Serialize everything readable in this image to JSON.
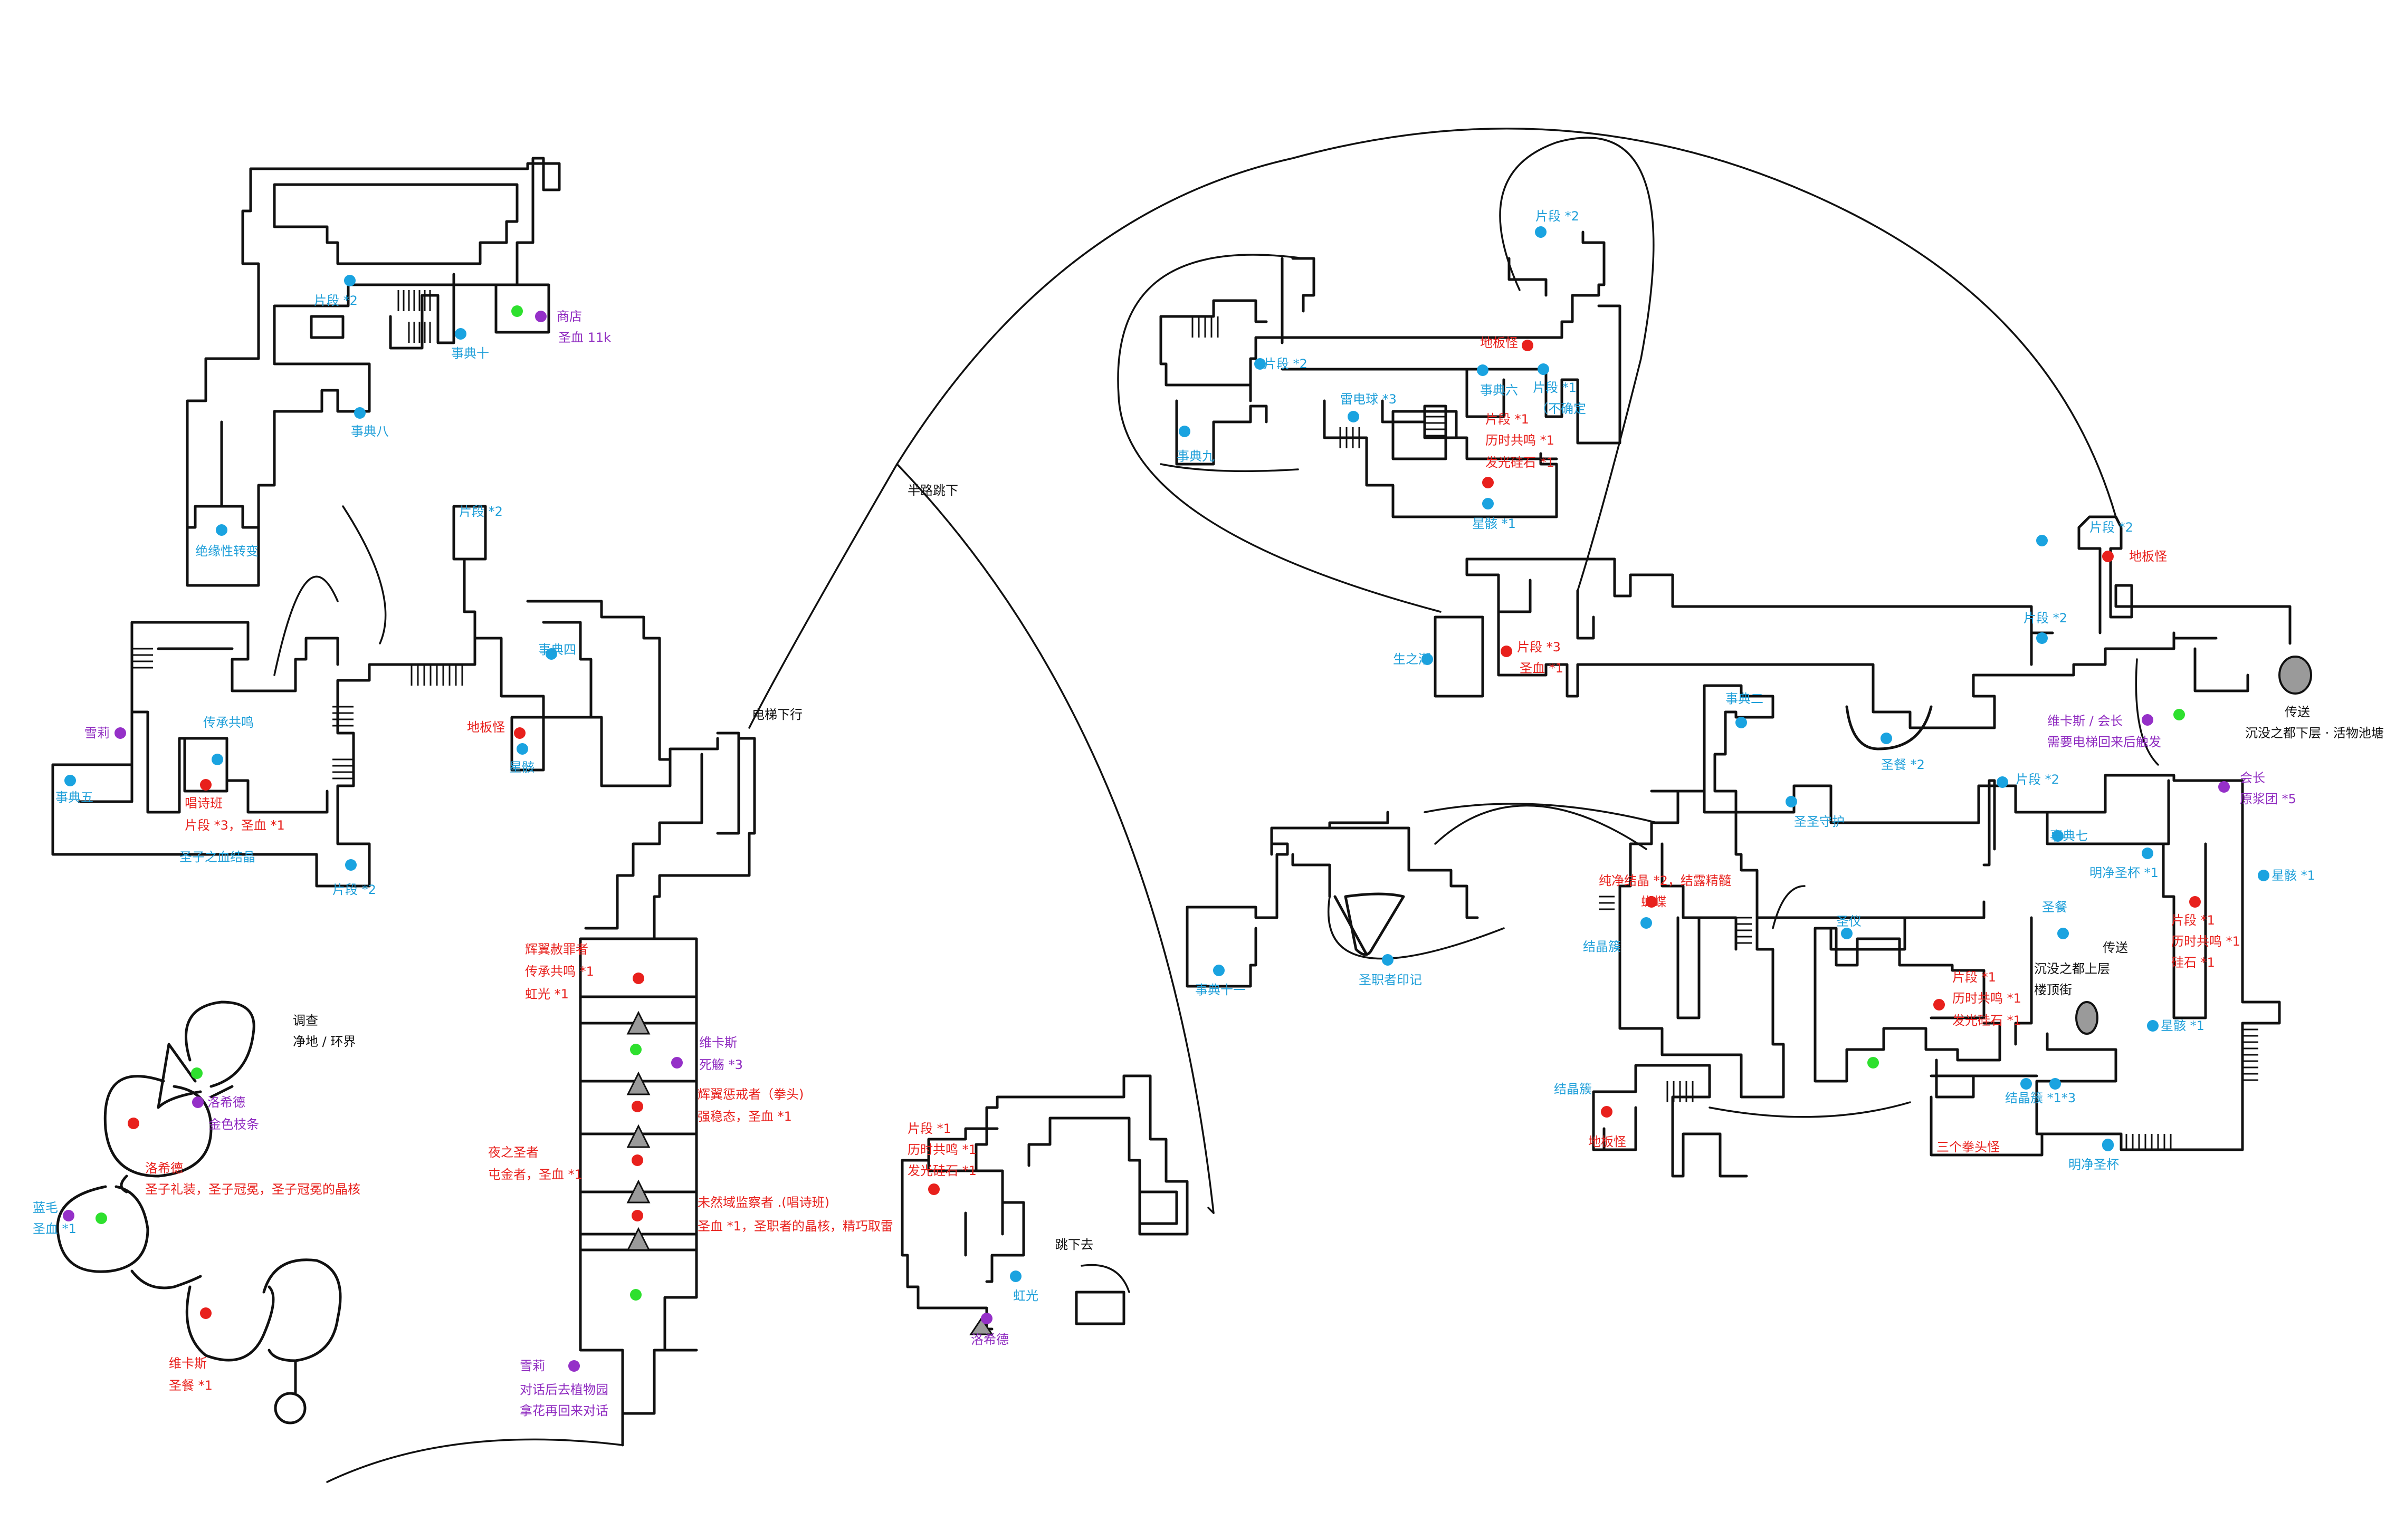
{
  "colors": {
    "cyan": "#1aa3e0",
    "red": "#e8201c",
    "purple": "#9530c8",
    "green": "#2ee02e",
    "gray": "#9a9a9a",
    "ink": "#111111"
  },
  "labels": [
    {
      "id": "a1",
      "text": "片段 *2",
      "color": "cyan"
    },
    {
      "id": "a2",
      "text": "商店",
      "color": "purple"
    },
    {
      "id": "a3",
      "text": "圣血 11k",
      "color": "purple"
    },
    {
      "id": "a4",
      "text": "事典十",
      "color": "cyan"
    },
    {
      "id": "a5",
      "text": "事典八",
      "color": "cyan"
    },
    {
      "id": "a6",
      "text": "绝缘性转变",
      "color": "cyan"
    },
    {
      "id": "a7",
      "text": "片段 *2",
      "color": "cyan"
    },
    {
      "id": "a8",
      "text": "事典四",
      "color": "cyan"
    },
    {
      "id": "a9",
      "text": "地板怪",
      "color": "red"
    },
    {
      "id": "a10",
      "text": "星骸",
      "color": "cyan"
    },
    {
      "id": "a11",
      "text": "雪莉",
      "color": "purple"
    },
    {
      "id": "a12",
      "text": "传承共鸣",
      "color": "cyan"
    },
    {
      "id": "a13",
      "text": "事典五",
      "color": "cyan"
    },
    {
      "id": "a14",
      "text": "唱诗班",
      "color": "red"
    },
    {
      "id": "a15",
      "text": "片段 *3，圣血 *1",
      "color": "red"
    },
    {
      "id": "a16",
      "text": "圣子之血结晶",
      "color": "cyan"
    },
    {
      "id": "a17",
      "text": "片段 *2",
      "color": "cyan"
    },
    {
      "id": "a18",
      "text": "电梯下行",
      "color": "black"
    },
    {
      "id": "a19",
      "text": "调查",
      "color": "black"
    },
    {
      "id": "a20",
      "text": "净地 / 环界",
      "color": "black"
    },
    {
      "id": "a21",
      "text": "洛希德",
      "color": "purple"
    },
    {
      "id": "a22",
      "text": "金色枝条",
      "color": "purple"
    },
    {
      "id": "a23",
      "text": "洛希德",
      "color": "red"
    },
    {
      "id": "a24",
      "text": "圣子礼装，圣子冠冕，圣子冠冕的晶核",
      "color": "red"
    },
    {
      "id": "a25",
      "text": "蓝毛",
      "color": "cyan"
    },
    {
      "id": "a26",
      "text": "圣血 *1",
      "color": "cyan"
    },
    {
      "id": "a27",
      "text": "维卡斯",
      "color": "red"
    },
    {
      "id": "a28",
      "text": "圣餐 *1",
      "color": "red"
    },
    {
      "id": "a29",
      "text": "辉翼赦罪者",
      "color": "red"
    },
    {
      "id": "a30",
      "text": "传承共鸣 *1",
      "color": "red"
    },
    {
      "id": "a31",
      "text": "虹光 *1",
      "color": "red"
    },
    {
      "id": "a32",
      "text": "维卡斯",
      "color": "purple"
    },
    {
      "id": "a33",
      "text": "死觞 *3",
      "color": "purple"
    },
    {
      "id": "a34",
      "text": "辉翼惩戒者（拳头)",
      "color": "red"
    },
    {
      "id": "a35",
      "text": "强稳态，圣血 *1",
      "color": "red"
    },
    {
      "id": "a36",
      "text": "夜之圣者",
      "color": "red"
    },
    {
      "id": "a37",
      "text": "屯金者，圣血 *1",
      "color": "red"
    },
    {
      "id": "a38",
      "text": "未然域监察者 .(唱诗班)",
      "color": "red"
    },
    {
      "id": "a39",
      "text": "圣血 *1，圣职者的晶核，精巧取雷",
      "color": "red"
    },
    {
      "id": "a40",
      "text": "雪莉",
      "color": "purple"
    },
    {
      "id": "a41",
      "text": "对话后去植物园",
      "color": "purple"
    },
    {
      "id": "a42",
      "text": "拿花再回来对话",
      "color": "purple"
    },
    {
      "id": "a43",
      "text": "半路跳下",
      "color": "black"
    },
    {
      "id": "a44",
      "text": "片段 *1",
      "color": "red"
    },
    {
      "id": "a45",
      "text": "历时共鸣 *1",
      "color": "red"
    },
    {
      "id": "a46",
      "text": "发光硅石 *1",
      "color": "red"
    },
    {
      "id": "a47",
      "text": "跳下去",
      "color": "black"
    },
    {
      "id": "a48",
      "text": "虹光",
      "color": "cyan"
    },
    {
      "id": "a49",
      "text": "洛希德",
      "color": "purple"
    },
    {
      "id": "a50",
      "text": "片段 *2",
      "color": "cyan"
    },
    {
      "id": "a51",
      "text": "片段 *2",
      "color": "cyan"
    },
    {
      "id": "a52",
      "text": "地板怪",
      "color": "red"
    },
    {
      "id": "a53",
      "text": "事典六",
      "color": "cyan"
    },
    {
      "id": "a54",
      "text": "片段 *1",
      "color": "cyan"
    },
    {
      "id": "a55",
      "text": "（不确定",
      "color": "cyan"
    },
    {
      "id": "a56",
      "text": "雷电球 *3",
      "color": "cyan"
    },
    {
      "id": "a57",
      "text": "片段 *1",
      "color": "red"
    },
    {
      "id": "a58",
      "text": "历时共鸣 *1",
      "color": "red"
    },
    {
      "id": "a59",
      "text": "发光硅石 *1",
      "color": "red"
    },
    {
      "id": "a60",
      "text": "事典九",
      "color": "cyan"
    },
    {
      "id": "a61",
      "text": "星骸 *1",
      "color": "cyan"
    },
    {
      "id": "a62",
      "text": "生之潮",
      "color": "cyan"
    },
    {
      "id": "a63",
      "text": "片段 *3",
      "color": "red"
    },
    {
      "id": "a64",
      "text": "圣血 *1",
      "color": "red"
    },
    {
      "id": "a65",
      "text": "片段 *2",
      "color": "cyan"
    },
    {
      "id": "a66",
      "text": "片段 *2",
      "color": "cyan"
    },
    {
      "id": "a67",
      "text": "地板怪",
      "color": "red"
    },
    {
      "id": "a68",
      "text": "传送",
      "color": "black"
    },
    {
      "id": "a69",
      "text": "沉没之都下层 · 活物池塘",
      "color": "black"
    },
    {
      "id": "a70",
      "text": "维卡斯 / 会长",
      "color": "purple"
    },
    {
      "id": "a71",
      "text": "需要电梯回来后触发",
      "color": "purple"
    },
    {
      "id": "a72",
      "text": "事典二",
      "color": "cyan"
    },
    {
      "id": "a73",
      "text": "圣餐 *2",
      "color": "cyan"
    },
    {
      "id": "a74",
      "text": "圣圣守护",
      "color": "cyan"
    },
    {
      "id": "a75",
      "text": "片段 *2",
      "color": "cyan"
    },
    {
      "id": "a76",
      "text": "会长",
      "color": "purple"
    },
    {
      "id": "a77",
      "text": "原浆团 *5",
      "color": "purple"
    },
    {
      "id": "a78",
      "text": "事典七",
      "color": "cyan"
    },
    {
      "id": "a79",
      "text": "明净圣杯 *1",
      "color": "cyan"
    },
    {
      "id": "a80",
      "text": "星骸 *1",
      "color": "cyan"
    },
    {
      "id": "a81",
      "text": "纯净结晶 *2，结露精髓",
      "color": "red"
    },
    {
      "id": "a82",
      "text": "蝴蝶",
      "color": "red"
    },
    {
      "id": "a83",
      "text": "结晶簇",
      "color": "cyan"
    },
    {
      "id": "a84",
      "text": "事典十一",
      "color": "cyan"
    },
    {
      "id": "a85",
      "text": "圣职者印记",
      "color": "cyan"
    },
    {
      "id": "a86",
      "text": "圣仪",
      "color": "cyan"
    },
    {
      "id": "a87",
      "text": "圣餐",
      "color": "cyan"
    },
    {
      "id": "a88",
      "text": "片段 *1",
      "color": "red"
    },
    {
      "id": "a89",
      "text": "历时共鸣 *1",
      "color": "red"
    },
    {
      "id": "a90",
      "text": "发光硅石 *1",
      "color": "red"
    },
    {
      "id": "a91",
      "text": "传送",
      "color": "black"
    },
    {
      "id": "a92",
      "text": "沉没之都上层",
      "color": "black"
    },
    {
      "id": "a93",
      "text": "楼顶街",
      "color": "black"
    },
    {
      "id": "a94",
      "text": "片段 *1",
      "color": "red"
    },
    {
      "id": "a95",
      "text": "历时共鸣 *1",
      "color": "red"
    },
    {
      "id": "a96",
      "text": "硅石 *1",
      "color": "red"
    },
    {
      "id": "a97",
      "text": "星骸 *1",
      "color": "cyan"
    },
    {
      "id": "a98",
      "text": "结晶簇",
      "color": "cyan"
    },
    {
      "id": "a99",
      "text": "地板怪",
      "color": "red"
    },
    {
      "id": "a100",
      "text": "结晶簇 *1*3",
      "color": "cyan"
    },
    {
      "id": "a101",
      "text": "三个拳头怪",
      "color": "red"
    },
    {
      "id": "a102",
      "text": "明净圣杯",
      "color": "cyan"
    }
  ]
}
